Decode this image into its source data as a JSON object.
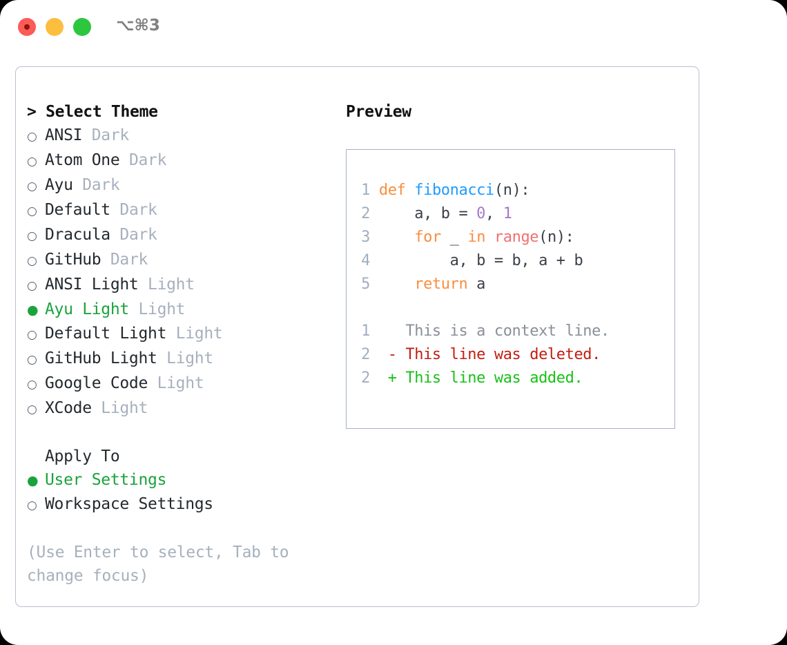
{
  "titlebar": {
    "shortcut": "⌥⌘3",
    "dots": [
      "close-red",
      "minimize-yellow",
      "maximize-green"
    ]
  },
  "theme_picker": {
    "header": "> Select Theme",
    "marker_selected": "●",
    "marker_unselected": "○",
    "options": [
      {
        "name": "ANSI",
        "category": "Dark",
        "selected": false
      },
      {
        "name": "Atom One",
        "category": "Dark",
        "selected": false
      },
      {
        "name": "Ayu",
        "category": "Dark",
        "selected": false
      },
      {
        "name": "Default",
        "category": "Dark",
        "selected": false
      },
      {
        "name": "Dracula",
        "category": "Dark",
        "selected": false
      },
      {
        "name": "GitHub",
        "category": "Dark",
        "selected": false
      },
      {
        "name": "ANSI Light",
        "category": "Light",
        "selected": false
      },
      {
        "name": "Ayu Light",
        "category": "Light",
        "selected": true
      },
      {
        "name": "Default Light",
        "category": "Light",
        "selected": false
      },
      {
        "name": "GitHub Light",
        "category": "Light",
        "selected": false
      },
      {
        "name": "Google Code",
        "category": "Light",
        "selected": false
      },
      {
        "name": "XCode",
        "category": "Light",
        "selected": false
      }
    ]
  },
  "apply_to": {
    "header": "Apply To",
    "options": [
      {
        "name": "User Settings",
        "selected": true
      },
      {
        "name": "Workspace Settings",
        "selected": false
      }
    ]
  },
  "hint": "(Use Enter to select, Tab to change focus)",
  "preview": {
    "title": "Preview",
    "code_lines": [
      {
        "num": "1",
        "tokens": [
          {
            "t": "def",
            "c": "kw"
          },
          {
            "t": " ",
            "c": "pl"
          },
          {
            "t": "fibonacci",
            "c": "fn"
          },
          {
            "t": "(n):",
            "c": "pl"
          }
        ]
      },
      {
        "num": "2",
        "tokens": [
          {
            "t": "    a, b = ",
            "c": "pl"
          },
          {
            "t": "0",
            "c": "num"
          },
          {
            "t": ", ",
            "c": "pl"
          },
          {
            "t": "1",
            "c": "num"
          }
        ]
      },
      {
        "num": "3",
        "tokens": [
          {
            "t": "    ",
            "c": "pl"
          },
          {
            "t": "for",
            "c": "kw"
          },
          {
            "t": " _ ",
            "c": "pl"
          },
          {
            "t": "in",
            "c": "kw"
          },
          {
            "t": " ",
            "c": "pl"
          },
          {
            "t": "range",
            "c": "bi"
          },
          {
            "t": "(n):",
            "c": "pl"
          }
        ]
      },
      {
        "num": "4",
        "tokens": [
          {
            "t": "        a, b = b, a + b",
            "c": "pl"
          }
        ]
      },
      {
        "num": "5",
        "tokens": [
          {
            "t": "    ",
            "c": "pl"
          },
          {
            "t": "return",
            "c": "kw"
          },
          {
            "t": " a",
            "c": "pl"
          }
        ]
      }
    ],
    "diff_lines": [
      {
        "num": "1",
        "marker": " ",
        "text": " This is a context line.",
        "kind": "ctx"
      },
      {
        "num": "2",
        "marker": "-",
        "text": " This line was deleted.",
        "kind": "del"
      },
      {
        "num": "2",
        "marker": "+",
        "text": " This line was added.",
        "kind": "add"
      }
    ]
  },
  "colors": {
    "accent_green": "#1aa33c",
    "keyword_orange": "#fa8d3e",
    "function_blue": "#1f9cfc",
    "number_purple": "#a37acc",
    "builtin_red": "#f07171",
    "diff_deleted": "#c21d11",
    "diff_added": "#18c018",
    "muted_gray": "#a7b0bd",
    "border": "#b7c0cc"
  }
}
